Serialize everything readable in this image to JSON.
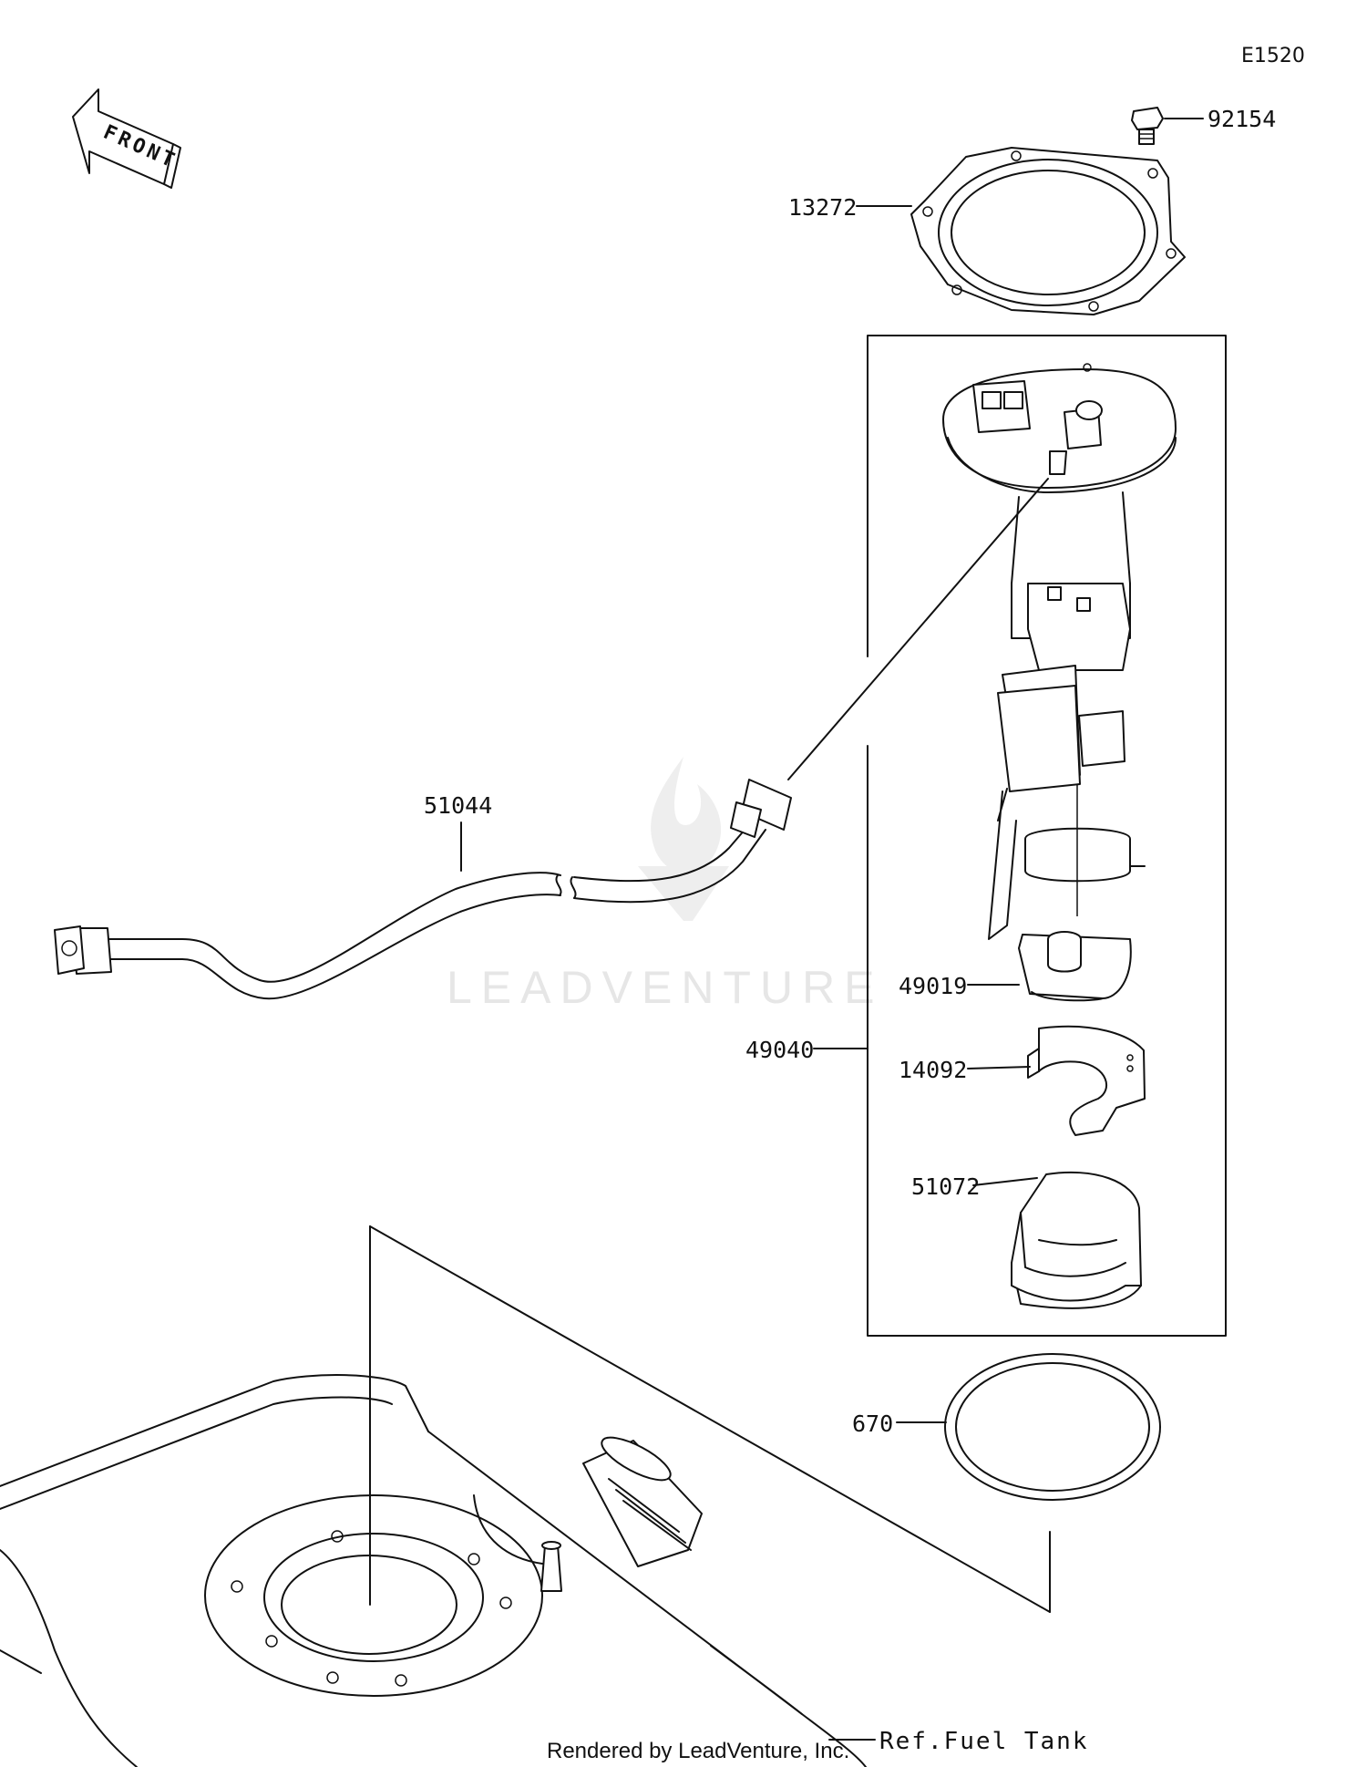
{
  "diagram_code": "E1520",
  "front_arrow_label": "FRONT",
  "watermark": "LEADVENTURE",
  "footer": "Rendered by LeadVenture, Inc.",
  "parts": {
    "bolt": "92154",
    "gasket_plate": "13272",
    "pump_assembly": "49040",
    "fuel_hose": "51044",
    "filter_bottom": "49019",
    "bracket": "14092",
    "cover": "51072",
    "o_ring": "670"
  },
  "reference": "Ref.Fuel Tank"
}
